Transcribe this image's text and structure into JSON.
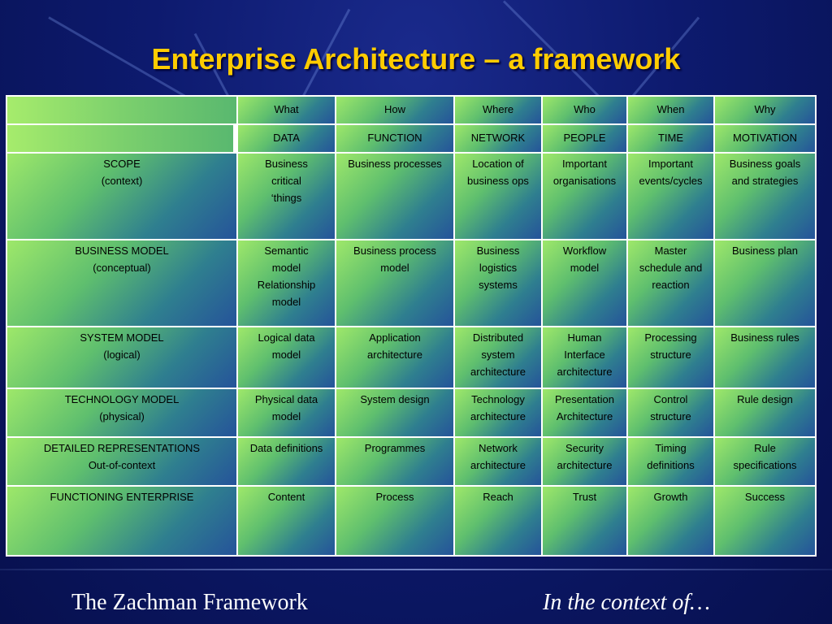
{
  "title": "Enterprise Architecture – a framework",
  "header": {
    "row1": [
      "What",
      "How",
      "Where",
      "Who",
      "When",
      "Why"
    ],
    "row2": [
      "DATA",
      "FUNCTION",
      "NETWORK",
      "PEOPLE",
      "TIME",
      "MOTIVATION"
    ]
  },
  "rows": [
    {
      "label": [
        "SCOPE",
        "(context)"
      ],
      "cells": [
        [
          "Business",
          "critical",
          "‘things"
        ],
        [
          "Business processes"
        ],
        [
          "Location of",
          "business ops"
        ],
        [
          "Important",
          "organisations"
        ],
        [
          "Important",
          "events/cycles"
        ],
        [
          "Business goals",
          "and strategies"
        ]
      ]
    },
    {
      "label": [
        "BUSINESS MODEL",
        "(conceptual)"
      ],
      "cells": [
        [
          "Semantic",
          "model",
          "Relationship",
          "model"
        ],
        [
          "Business process",
          "model"
        ],
        [
          "Business",
          "logistics",
          "systems"
        ],
        [
          "Workflow",
          "model"
        ],
        [
          "Master",
          "schedule and",
          "reaction"
        ],
        [
          "Business plan"
        ]
      ]
    },
    {
      "label": [
        "SYSTEM MODEL",
        "(logical)"
      ],
      "cells": [
        [
          "Logical data",
          "model"
        ],
        [
          "Application",
          "architecture"
        ],
        [
          "Distributed",
          "system",
          "architecture"
        ],
        [
          "Human",
          "Interface",
          "architecture"
        ],
        [
          "Processing",
          "structure"
        ],
        [
          "Business rules"
        ]
      ]
    },
    {
      "label": [
        "TECHNOLOGY MODEL",
        "(physical)"
      ],
      "cells": [
        [
          "Physical data",
          "model"
        ],
        [
          "System design"
        ],
        [
          "Technology",
          "architecture"
        ],
        [
          "Presentation",
          "Architecture"
        ],
        [
          "Control",
          "structure"
        ],
        [
          "Rule design"
        ]
      ]
    },
    {
      "label": [
        "DETAILED REPRESENTATIONS",
        "Out-of-context"
      ],
      "cells": [
        [
          "Data definitions"
        ],
        [
          "Programmes"
        ],
        [
          "Network",
          "architecture"
        ],
        [
          "Security",
          "architecture"
        ],
        [
          "Timing",
          "definitions"
        ],
        [
          "Rule",
          "specifications"
        ]
      ]
    },
    {
      "label": [
        "FUNCTIONING ENTERPRISE"
      ],
      "cells": [
        [
          "Content"
        ],
        [
          "Process"
        ],
        [
          "Reach"
        ],
        [
          "Trust"
        ],
        [
          "Growth"
        ],
        [
          "Success"
        ]
      ]
    }
  ],
  "footer": {
    "left": "The Zachman Framework",
    "right": "In the context of…"
  }
}
